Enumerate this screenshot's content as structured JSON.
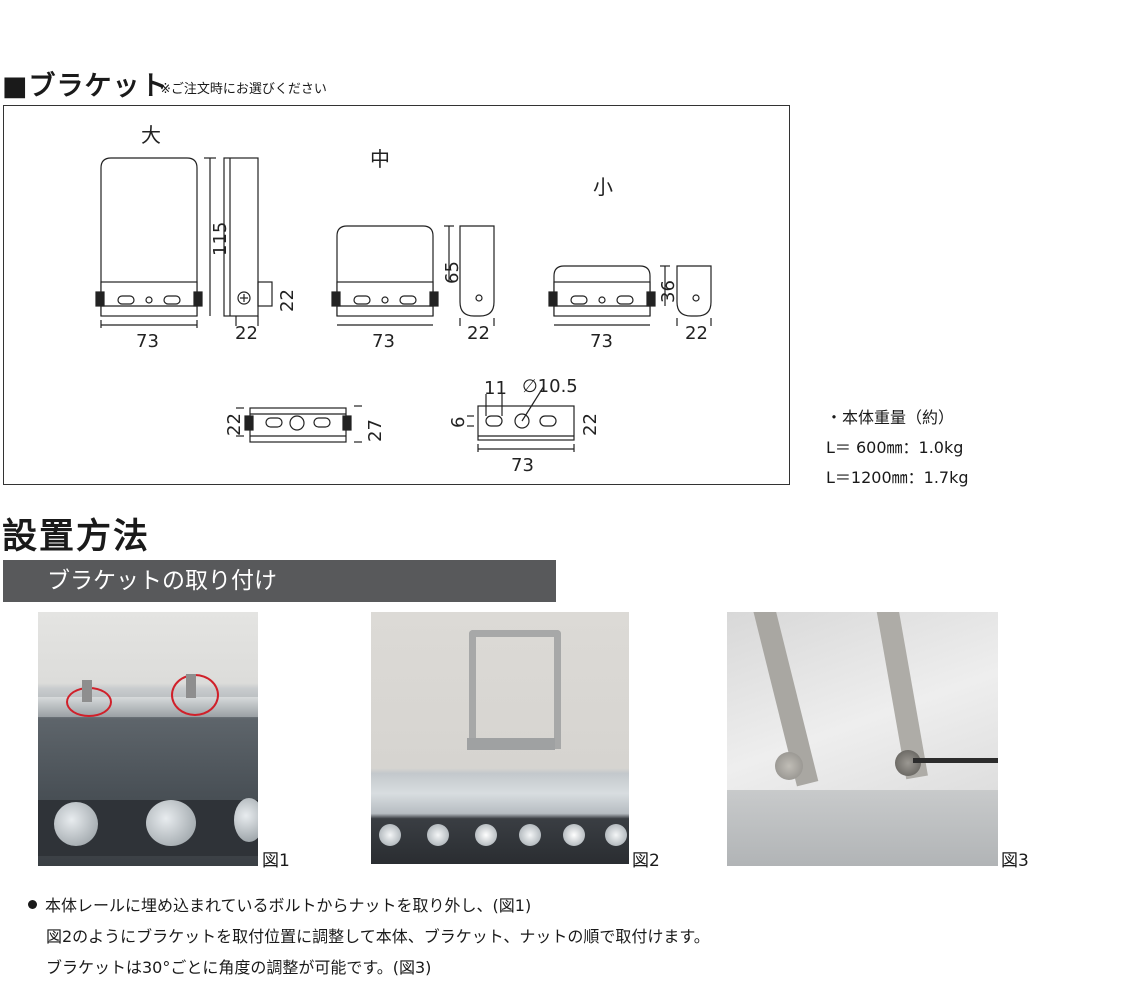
{
  "bracket_section": {
    "title": "■ブラケット",
    "note": "※ご注文時にお選びください",
    "labels": {
      "large": "大",
      "medium": "中",
      "small": "小",
      "large_height": "115",
      "large_side": "22",
      "large_depth": "22",
      "large_width": "73",
      "medium_height": "65",
      "medium_depth": "22",
      "medium_width": "73",
      "small_height": "36",
      "small_depth": "22",
      "small_width": "73",
      "bottom_left": "22",
      "bottom_right": "27",
      "detail_slot": "11",
      "detail_hole": "∅10.5",
      "detail_left": "6",
      "detail_right": "22",
      "detail_width": "73"
    }
  },
  "weight": {
    "title": "・本体重量（約）",
    "line1": "L＝ 600㎜：1.0kg",
    "line2": "L＝1200㎜：1.7kg"
  },
  "install": {
    "title": "設置方法",
    "step_title": "ブラケットの取り付け",
    "figures": [
      "図1",
      "図2",
      "図3"
    ],
    "instructions": [
      "本体レールに埋め込まれているボルトからナットを取り外し、(図1)",
      "図2のようにブラケットを取付位置に調整して本体、ブラケット、ナットの順で取付けます。",
      "ブラケットは30°ごとに角度の調整が可能です。(図3)"
    ]
  }
}
